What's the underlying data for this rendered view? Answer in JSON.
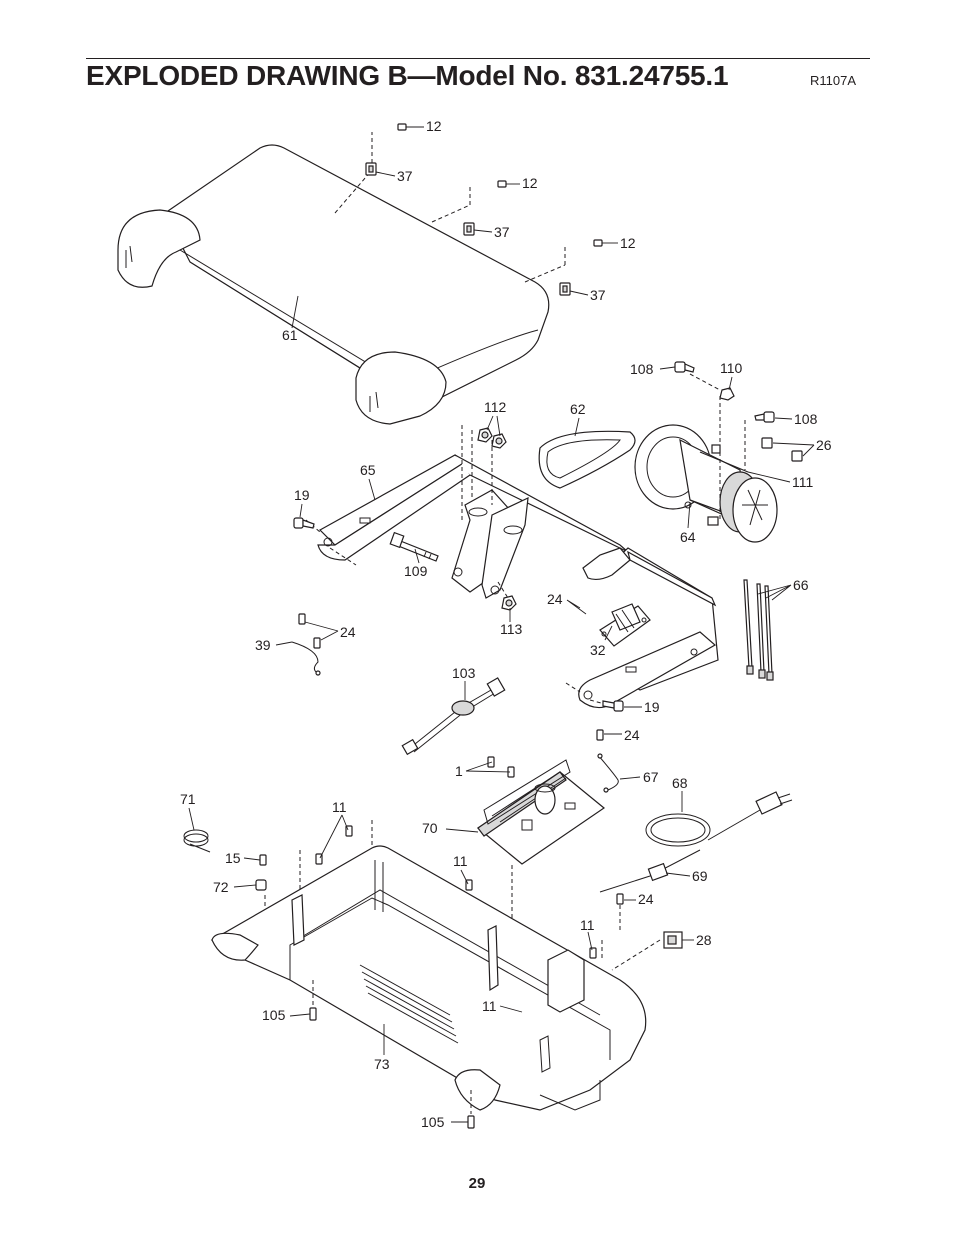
{
  "header": {
    "title": "EXPLODED DRAWING B—Model No. 831.24755.1",
    "code": "R1107A"
  },
  "footer": {
    "page_number": "29"
  },
  "callouts": [
    "12",
    "37",
    "12",
    "37",
    "12",
    "37",
    "61",
    "108",
    "110",
    "108",
    "26",
    "111",
    "112",
    "62",
    "65",
    "19",
    "64",
    "109",
    "66",
    "24",
    "113",
    "32",
    "39",
    "24",
    "103",
    "19",
    "24",
    "1",
    "67",
    "68",
    "71",
    "11",
    "70",
    "15",
    "11",
    "69",
    "72",
    "24",
    "11",
    "28",
    "105",
    "11",
    "73",
    "105"
  ]
}
